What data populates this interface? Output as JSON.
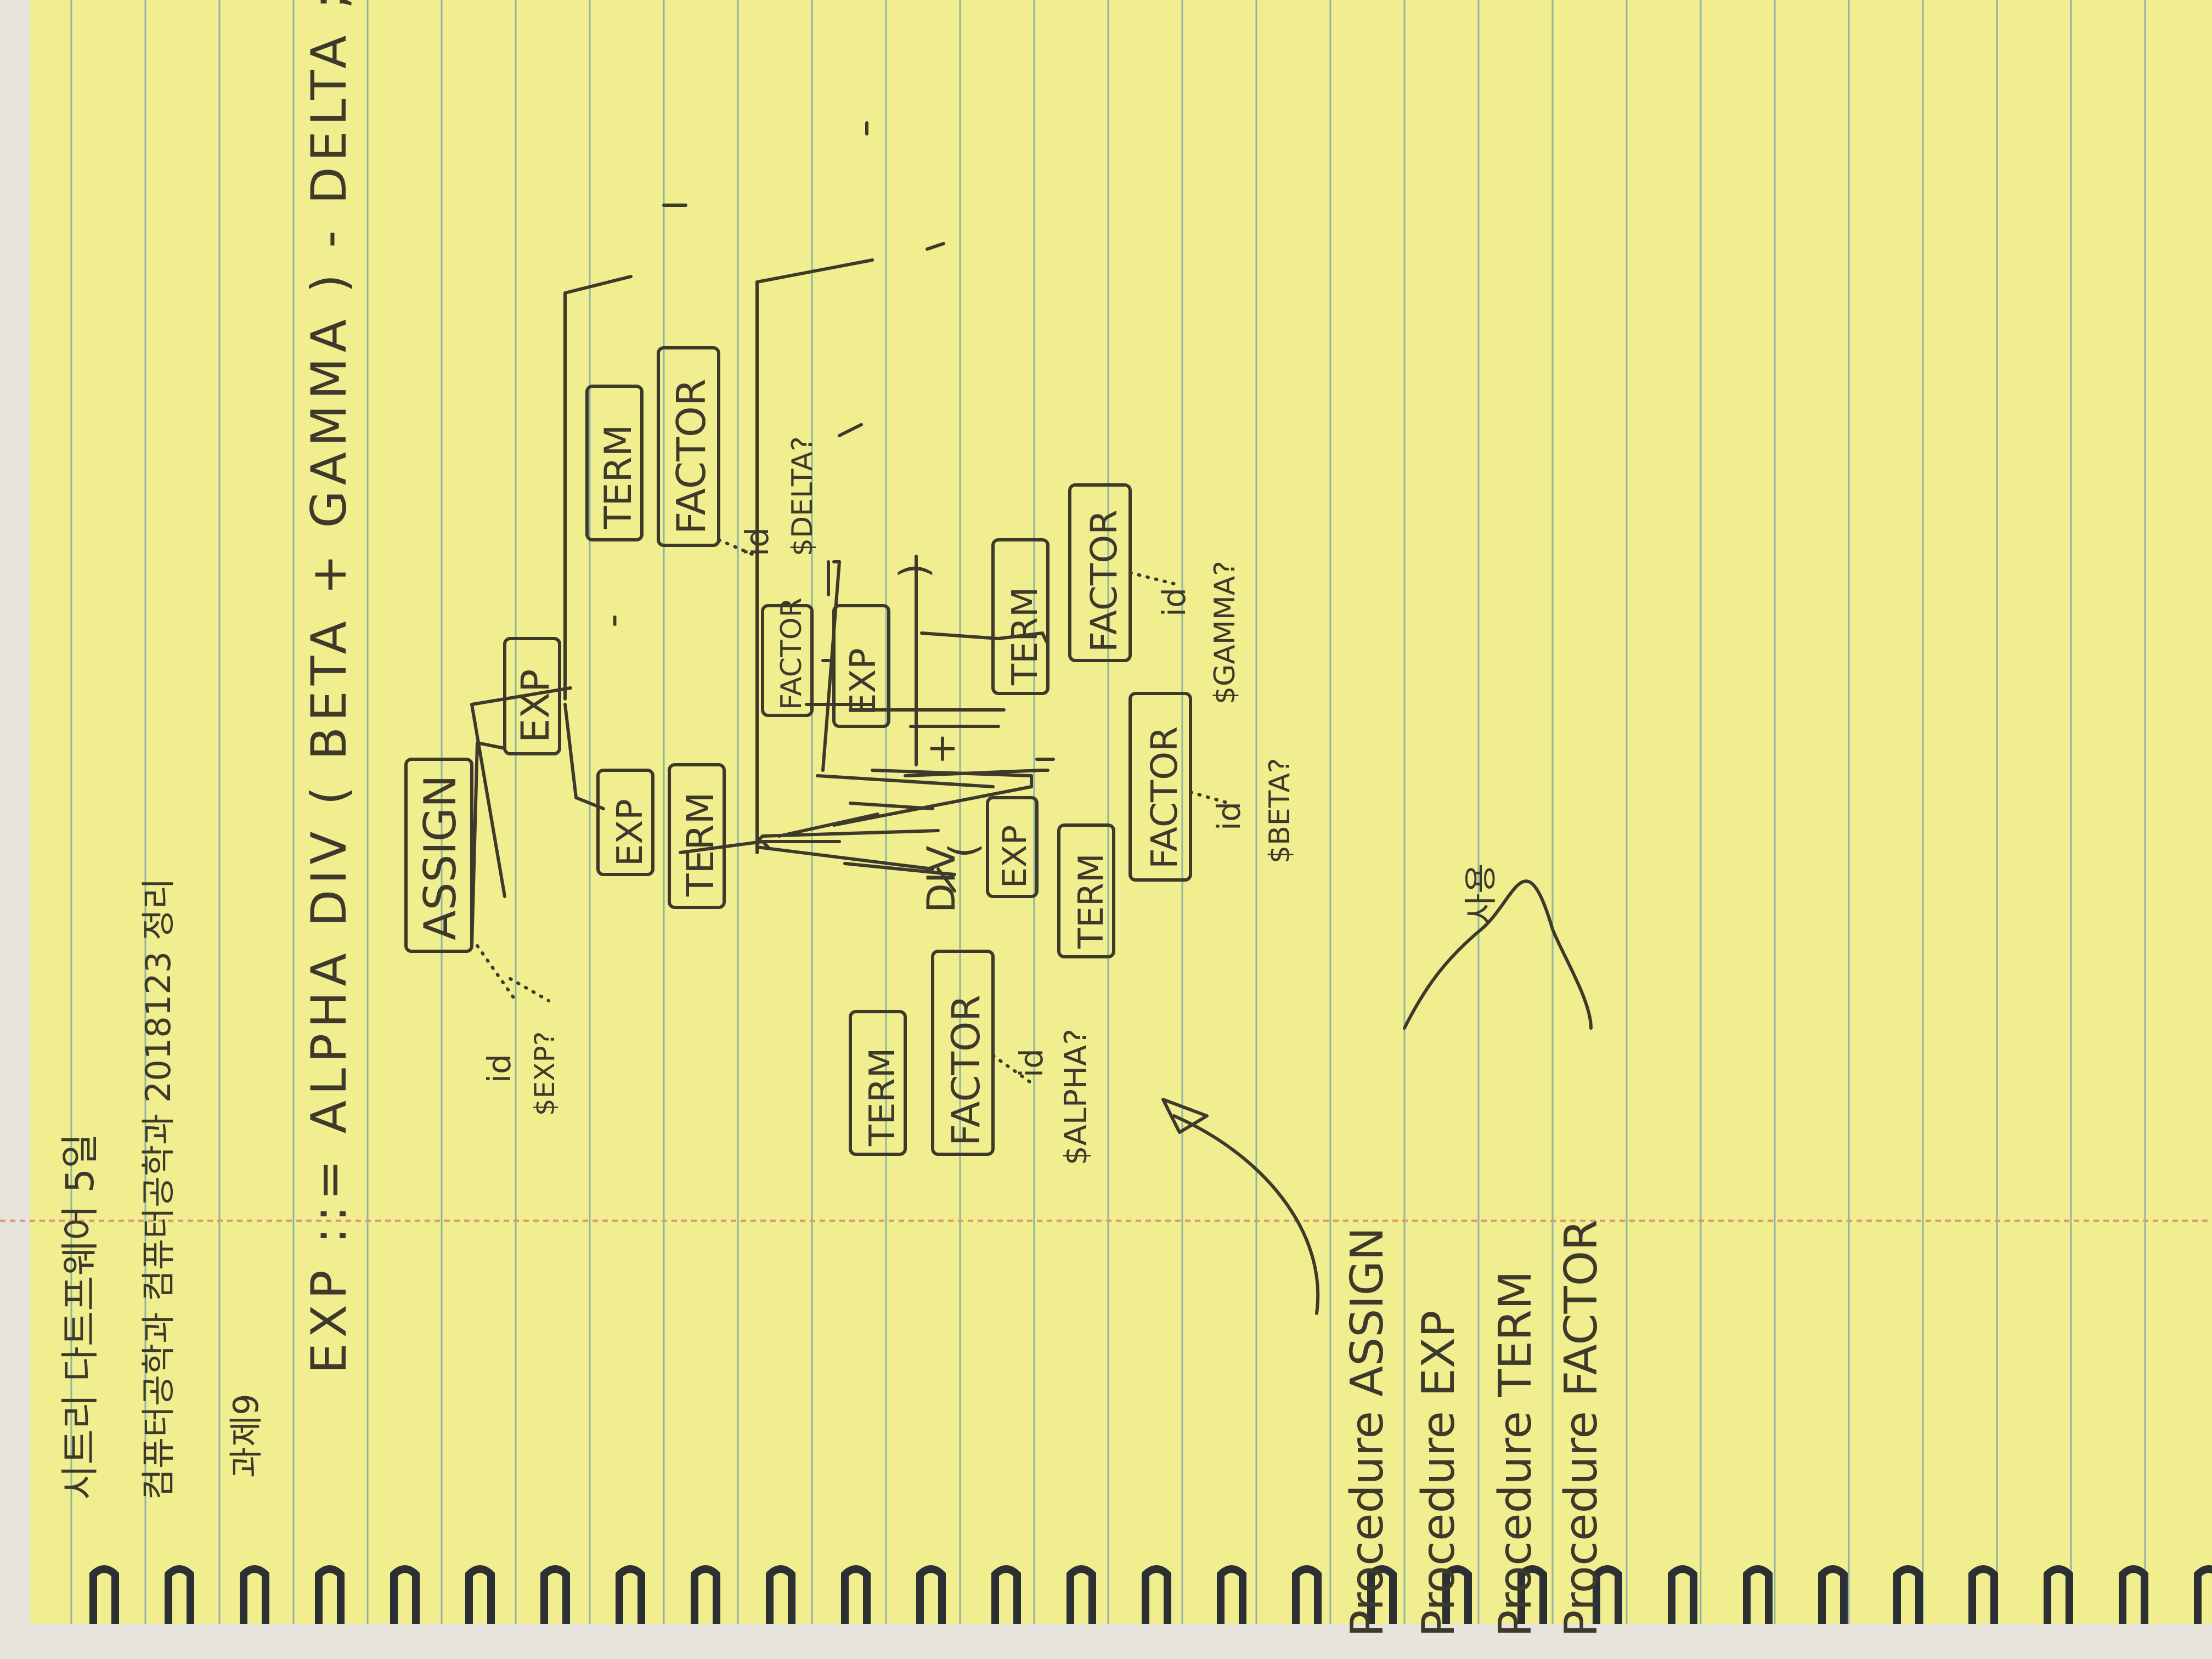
{
  "notebook": {
    "paper_color": "#f1ee8f",
    "rule_color": "#8fb3a6",
    "margin_color": "#d99b7a",
    "ink_color": "#3d3a2c",
    "background_color": "#e6e4dd"
  },
  "header": {
    "line1": "시트리 다트프웨어 5일",
    "line2": "컴퓨터공학과 컴퓨터공학과 2018123 정리",
    "label": "과제9"
  },
  "grammar": {
    "rule": "EXP ::= ALPHA DIV ( BETA + GAMMA ) - DELTA ;"
  },
  "tree": {
    "assign": "ASSIGN",
    "exp": "EXP",
    "term": "TERM",
    "factor": "FACTOR",
    "minus": "-",
    "div": "DIV",
    "lparen": "(",
    "rparen": ")",
    "plus": "+",
    "id": "id",
    "tok_exp": "$EXP?",
    "tok_alpha": "$ALPHA?",
    "tok_beta": "$BETA?",
    "tok_gamma": "$GAMMA?",
    "tok_delta": "$DELTA?"
  },
  "procedures": {
    "items": [
      "Procedure ASSIGN",
      "Procedure EXP",
      "Procedure TERM",
      "Procedure FACTOR"
    ],
    "note": "사용"
  }
}
